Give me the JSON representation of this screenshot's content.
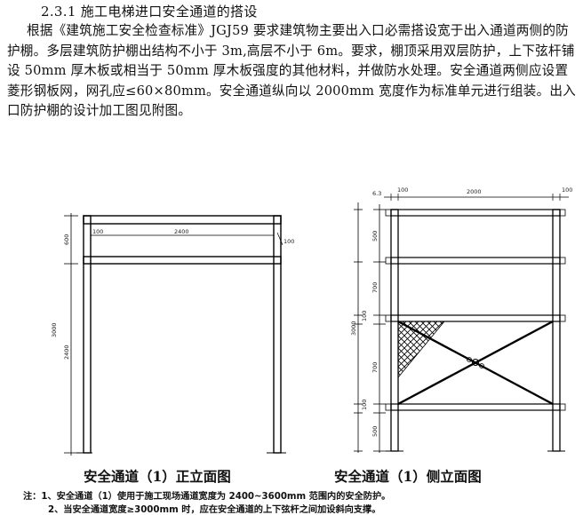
{
  "section": {
    "heading": "2.3.1 施工电梯进口安全通道的搭设",
    "paragraph": "根据《建筑施工安全检查标准》JGJ59 要求建筑物主要出入口必需搭设宽于出入通道两侧的防护棚。多层建筑防护棚出结构不小于 3m,高层不小于 6m。要求，棚顶采用双层防护，上下弦杆铺设 50mm 厚木板或相当于 50mm 厚木板强度的其他材料，并做防水处理。安全通道两侧应设置菱形钢板网，网孔应≤60×80mm。安全通道纵向以 2000mm 宽度作为标准单元进行组装。出入口防护棚的设计加工图见附图。"
  },
  "front_view": {
    "caption": "安全通道（1）正立面图",
    "dims": {
      "top_bar": "100",
      "span": "2400",
      "side": "100",
      "upper": "600",
      "total": "3000",
      "clear": "2400"
    }
  },
  "side_view": {
    "caption": "安全通道（1）侧立面图",
    "dims": {
      "left_small": "6.3",
      "top_left": "100",
      "span": "2000",
      "top_right": "100",
      "seg1": "500",
      "seg2": "700",
      "seg3": "100",
      "total": "3000",
      "seg4": "700",
      "seg5": "100",
      "seg6": "500"
    }
  },
  "notes": [
    "注：1、安全通道（1）使用于施工现场通道宽度为 2400~3600mm 范围内的安全防护。",
    "2、当安全通道宽度≥3000mm 时，应在安全通道的上下弦杆之间加设斜向支撑。"
  ]
}
